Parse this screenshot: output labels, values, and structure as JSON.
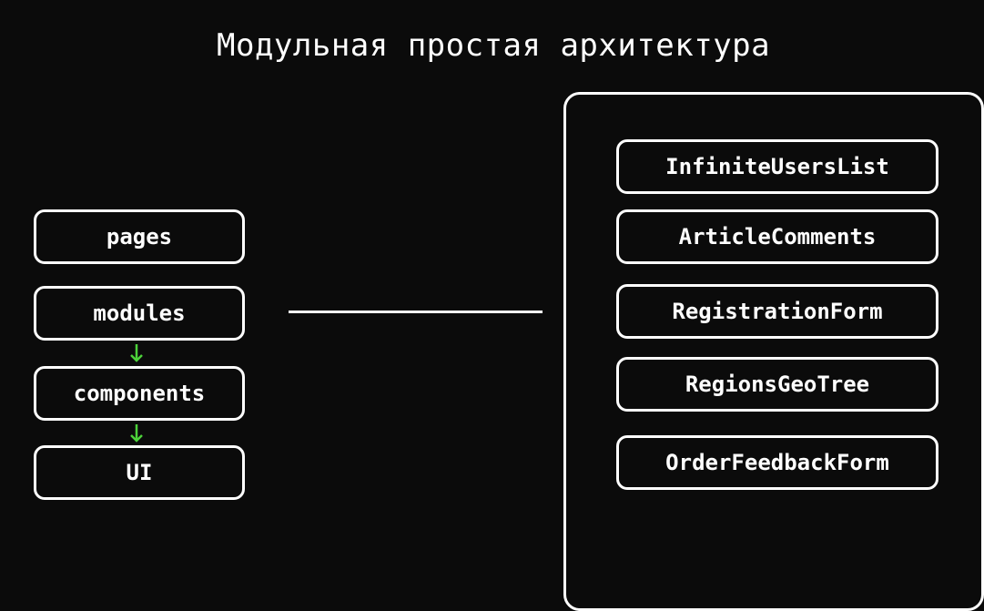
{
  "title": "Модульная простая архитектура",
  "layers": [
    {
      "label": "pages"
    },
    {
      "label": "modules"
    },
    {
      "label": "components"
    },
    {
      "label": "UI"
    }
  ],
  "modules": [
    {
      "label": "InfiniteUsersList"
    },
    {
      "label": "ArticleComments"
    },
    {
      "label": "RegistrationForm"
    },
    {
      "label": "RegionsGeoTree"
    },
    {
      "label": "OrderFeedbackForm"
    }
  ],
  "colors": {
    "background": "#0b0b0b",
    "foreground": "#ffffff",
    "arrow": "#4cd13a"
  }
}
